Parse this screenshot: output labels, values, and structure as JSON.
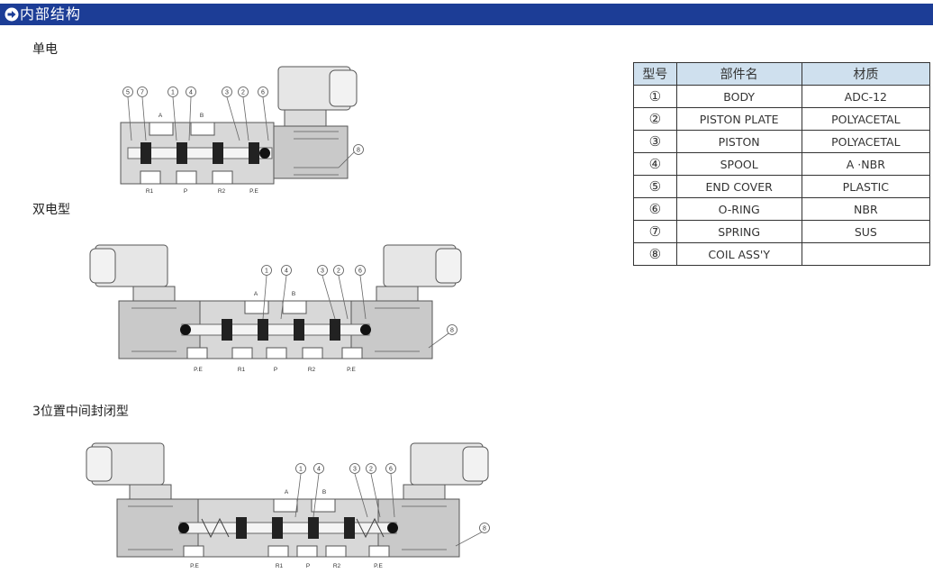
{
  "header": {
    "title": "内部结构"
  },
  "sections": {
    "single": {
      "label": "单电",
      "callouts": [
        "5",
        "7",
        "1",
        "4",
        "3",
        "2",
        "6",
        "8"
      ],
      "ports_top": [
        "A",
        "B"
      ],
      "ports_bottom": [
        "R1",
        "P",
        "R2",
        "P.E"
      ]
    },
    "double": {
      "label": "双电型",
      "callouts": [
        "1",
        "4",
        "3",
        "2",
        "6",
        "8"
      ],
      "ports_top": [
        "A",
        "B"
      ],
      "ports_bottom": [
        "P.E",
        "R1",
        "P",
        "R2",
        "P.E"
      ]
    },
    "three_pos": {
      "label": "3位置中间封闭型",
      "callouts": [
        "1",
        "4",
        "3",
        "2",
        "6",
        "8"
      ],
      "ports_top": [
        "A",
        "B"
      ],
      "ports_bottom": [
        "P.E",
        "R1",
        "P",
        "R2",
        "P.E"
      ]
    }
  },
  "table": {
    "headers": [
      "型号",
      "部件名",
      "材质"
    ],
    "rows": [
      {
        "no": "①",
        "part": "BODY",
        "material": "ADC-12"
      },
      {
        "no": "②",
        "part": "PISTON PLATE",
        "material": "POLYACETAL"
      },
      {
        "no": "③",
        "part": "PISTON",
        "material": "POLYACETAL"
      },
      {
        "no": "④",
        "part": "SPOOL",
        "material": "A ·NBR"
      },
      {
        "no": "⑤",
        "part": "END COVER",
        "material": "PLASTIC"
      },
      {
        "no": "⑥",
        "part": "O-RING",
        "material": "NBR"
      },
      {
        "no": "⑦",
        "part": "SPRING",
        "material": "SUS"
      },
      {
        "no": "⑧",
        "part": "COIL ASS'Y",
        "material": ""
      }
    ]
  }
}
